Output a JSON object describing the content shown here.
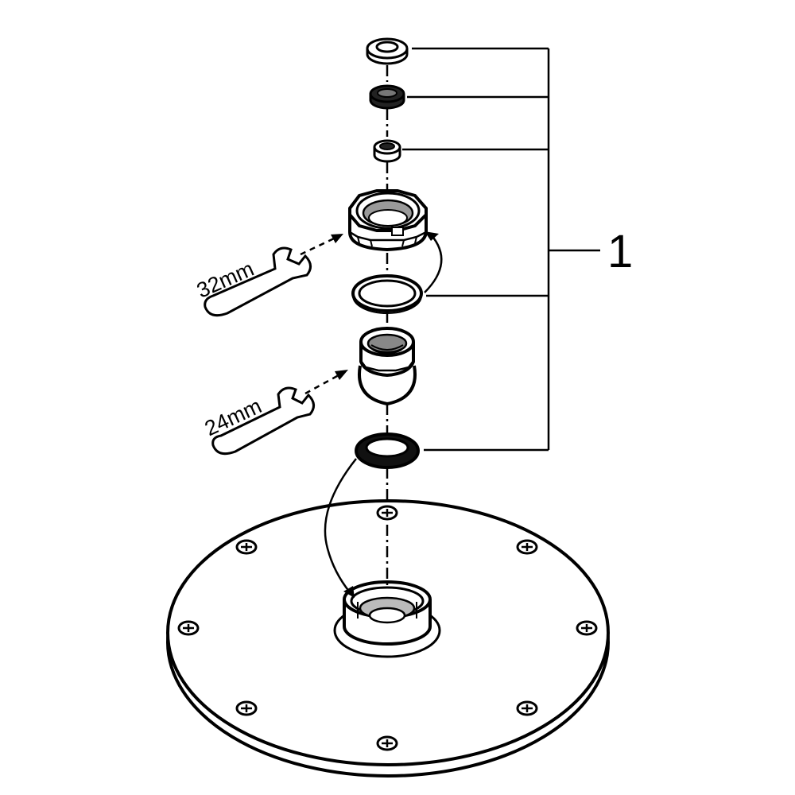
{
  "diagram": {
    "callout_number": "1",
    "wrench_upper": {
      "label": "32mm"
    },
    "wrench_lower": {
      "label": "24mm"
    },
    "colors": {
      "line": "#000000",
      "fill": "#ffffff",
      "shade": "#9a9a9a",
      "dark": "#111111"
    }
  }
}
